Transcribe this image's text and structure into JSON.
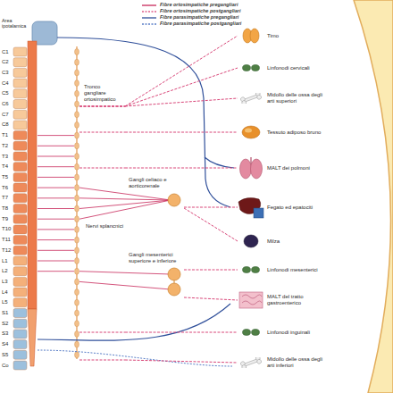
{
  "diagram": {
    "nodes": [
      {
        "text": [
          "Tronco gangliare ortosimpatico"
        ]
      },
      {
        "text": [
          "Gangli celiaco e aorticorenale"
        ]
      },
      {
        "text": [
          "Gangli mesenterici superiore e inferiore"
        ]
      },
      {
        "text": [
          "Timo"
        ]
      },
      {
        "text": [
          "Linfonodi cervicali"
        ]
      },
      {
        "text": [
          "Midollo delle ossa degli arti superiori"
        ]
      },
      {
        "text": [
          "Tessuto adiposo bruno"
        ]
      },
      {
        "text": [
          "MALT dei polmoni"
        ]
      },
      {
        "text": [
          "Fegato ed epatociti"
        ]
      },
      {
        "text": [
          "Milza"
        ]
      },
      {
        "text": [
          "Linfonodi mesenterici"
        ]
      },
      {
        "text": [
          "MALT del tratto gastroenterico"
        ]
      },
      {
        "text": [
          "Linfonodi inguinali"
        ]
      },
      {
        "text": [
          "Midollo delle ossa degli arti inferiori"
        ]
      }
    ],
    "edges": [
      {
        "from": 0,
        "to": 3,
        "arrow": "none"
      },
      {
        "from": 0,
        "to": 4,
        "arrow": "none"
      },
      {
        "from": 0,
        "to": 5,
        "arrow": "none"
      },
      {
        "from": 0,
        "to": 6,
        "arrow": "none"
      },
      {
        "from": 0,
        "to": 7,
        "arrow": "none"
      },
      {
        "from": 1,
        "to": 8,
        "arrow": "none"
      },
      {
        "from": 1,
        "to": 9,
        "arrow": "none"
      },
      {
        "from": 2,
        "to": 10,
        "arrow": "none"
      },
      {
        "from": 2,
        "to": 11,
        "arrow": "none"
      },
      {
        "from": 0,
        "to": 12,
        "arrow": "none"
      },
      {
        "from": 0,
        "to": 13,
        "arrow": "none"
      }
    ],
    "labels": [
      "Area ipotalamica",
      "C1",
      "C2",
      "C3",
      "C4",
      "C5",
      "C6",
      "C7",
      "C8",
      "T1",
      "T2",
      "T3",
      "T4",
      "T5",
      "T6",
      "T7",
      "T8",
      "T9",
      "T10",
      "T11",
      "T12",
      "L1",
      "L2",
      "L3",
      "L4",
      "L5",
      "S1",
      "S2",
      "S3",
      "S4",
      "S5",
      "Co",
      "Nervi splancnici"
    ],
    "legend": [
      {
        "text": "Fibre ortosimpatiche pregangliari"
      },
      {
        "text": "Fibre ortosimpatiche postgangliari"
      },
      {
        "text": "Fibre parasimpatiche pregangliari"
      },
      {
        "text": "Fibre parasimpatiche postgangliari"
      }
    ]
  }
}
